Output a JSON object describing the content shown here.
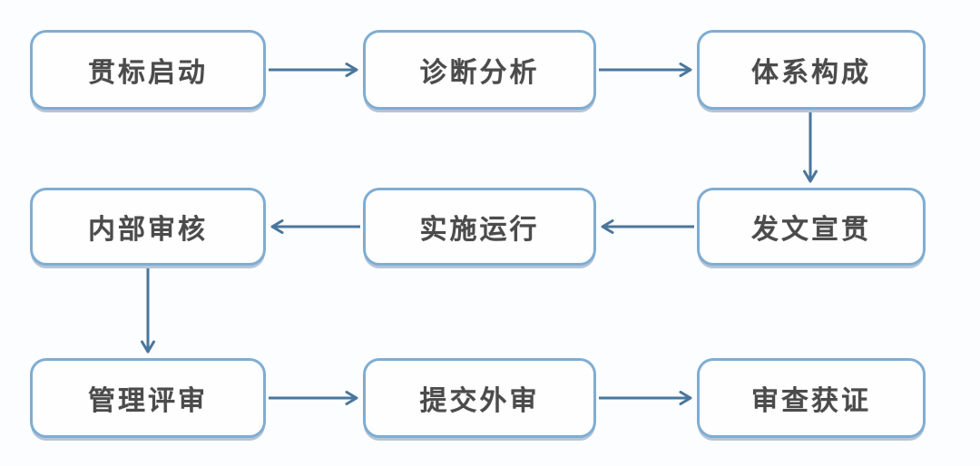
{
  "diagram": {
    "type": "flowchart",
    "nodes": [
      {
        "id": "n1",
        "label": "贯标启动",
        "row": 1,
        "col": 1
      },
      {
        "id": "n2",
        "label": "诊断分析",
        "row": 1,
        "col": 2
      },
      {
        "id": "n3",
        "label": "体系构成",
        "row": 1,
        "col": 3
      },
      {
        "id": "n4",
        "label": "发文宣贯",
        "row": 2,
        "col": 3
      },
      {
        "id": "n5",
        "label": "实施运行",
        "row": 2,
        "col": 2
      },
      {
        "id": "n6",
        "label": "内部审核",
        "row": 2,
        "col": 1
      },
      {
        "id": "n7",
        "label": "管理评审",
        "row": 3,
        "col": 1
      },
      {
        "id": "n8",
        "label": "提交外审",
        "row": 3,
        "col": 2
      },
      {
        "id": "n9",
        "label": "审查获证",
        "row": 3,
        "col": 3
      }
    ],
    "edges": [
      {
        "from": "贯标启动",
        "to": "诊断分析",
        "direction": "right"
      },
      {
        "from": "诊断分析",
        "to": "体系构成",
        "direction": "right"
      },
      {
        "from": "体系构成",
        "to": "发文宣贯",
        "direction": "down"
      },
      {
        "from": "发文宣贯",
        "to": "实施运行",
        "direction": "left"
      },
      {
        "from": "实施运行",
        "to": "内部审核",
        "direction": "left"
      },
      {
        "from": "内部审核",
        "to": "管理评审",
        "direction": "down"
      },
      {
        "from": "管理评审",
        "to": "提交外审",
        "direction": "right"
      },
      {
        "from": "提交外审",
        "to": "审查获证",
        "direction": "right"
      }
    ],
    "colors": {
      "box_border": "#7fadd2",
      "arrow": "#4a769c",
      "text": "#4b4b4b",
      "background": "#fcfdfe",
      "node_background": "#fefefe"
    }
  }
}
